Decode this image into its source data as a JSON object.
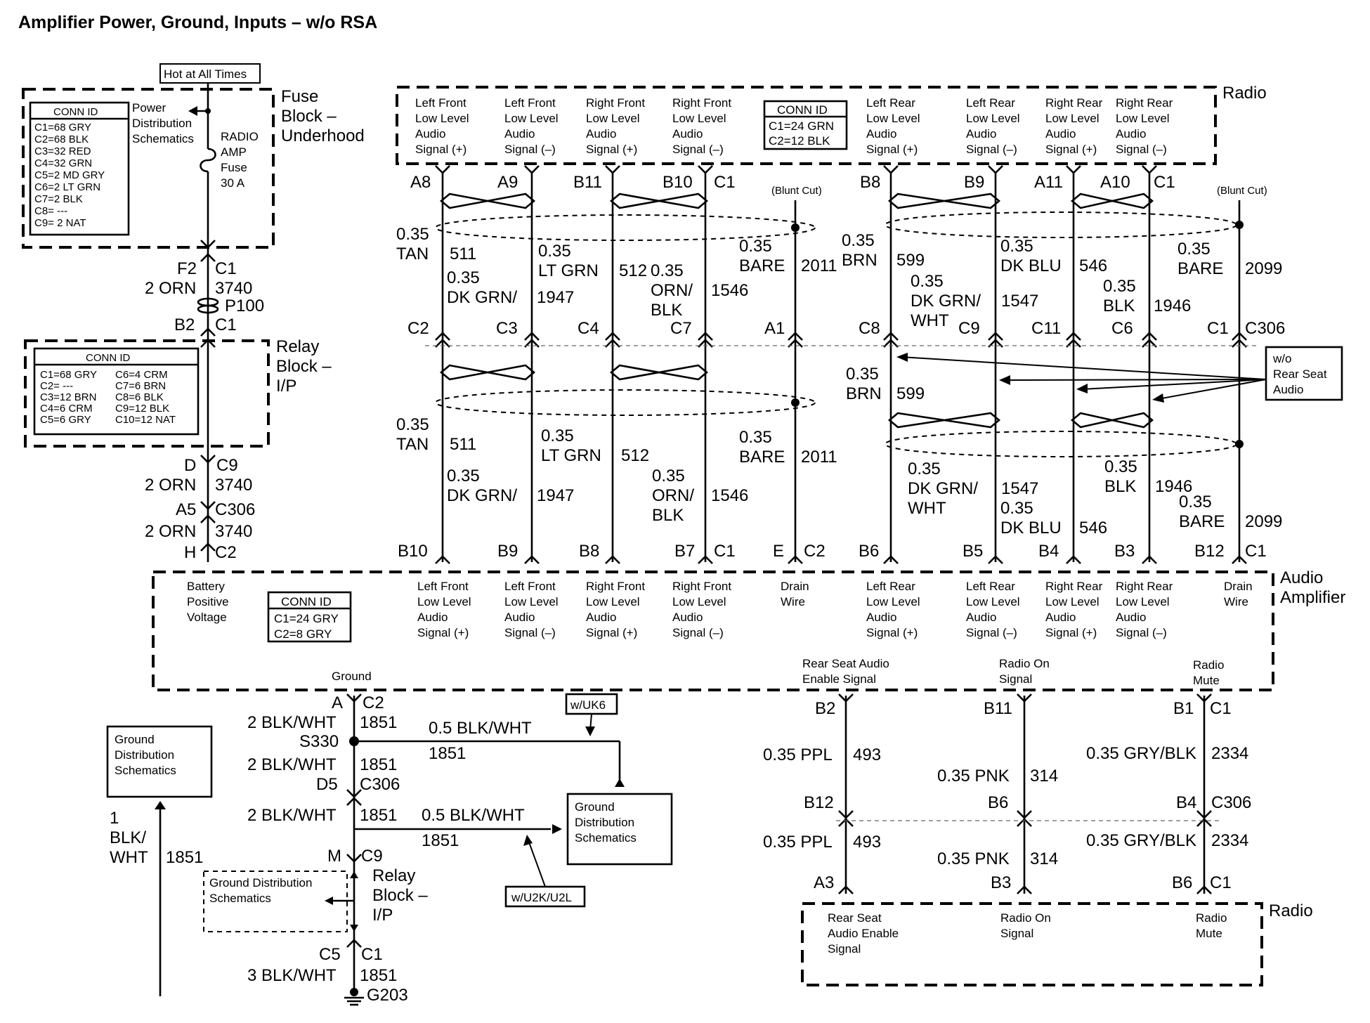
{
  "title": "Amplifier Power, Ground, Inputs – w/o RSA",
  "fuse_block": {
    "hot_label": "Hot at All Times",
    "conn_id_title": "CONN ID",
    "conn_rows": [
      "C1=68 GRY",
      "C2=68 BLK",
      "C3=32 RED",
      "C4=32 GRN",
      "C5=2 MD GRY",
      "C6=2 LT GRN",
      "C7=2 BLK",
      "C8= ---",
      "C9= 2 NAT"
    ],
    "pds": [
      "Power",
      "Distribution",
      "Schematics"
    ],
    "fuse_label": [
      "RADIO",
      "AMP",
      "Fuse",
      "30 A"
    ],
    "name": [
      "Fuse",
      "Block –",
      "Underhood"
    ]
  },
  "left_chain": {
    "f2": "F2",
    "c1": "C1",
    "orn1": "2 ORN",
    "c3740a": "3740",
    "p100": "P100",
    "b2": "B2",
    "c1b": "C1",
    "d": "D",
    "c9": "C9",
    "orn2": "2 ORN",
    "c3740b": "3740",
    "a5": "A5",
    "c306": "C306",
    "orn3": "2 ORN",
    "c3740c": "3740",
    "h": "H",
    "c2": "C2"
  },
  "relay_block": {
    "conn_id_title": "CONN ID",
    "rows_left": [
      "C1=68 GRY",
      "C2= ---",
      "C3=12 BRN",
      "C4=6 CRM",
      "C5=6 GRY"
    ],
    "rows_right": [
      "C6=4 CRM",
      "C7=6 BRN",
      "C8=6 BLK",
      "C9=12 BLK",
      "C10=12 NAT"
    ],
    "name": [
      "Relay",
      "Block –",
      "I/P"
    ]
  },
  "radio_top": {
    "name": "Radio",
    "conn_id_title": "CONN ID",
    "conn_rows": [
      "C1=24 GRN",
      "C2=12 BLK"
    ],
    "signals": [
      [
        "Left Front",
        "Low Level",
        "Audio",
        "Signal (+)"
      ],
      [
        "Left Front",
        "Low Level",
        "Audio",
        "Signal (–)"
      ],
      [
        "Right Front",
        "Low Level",
        "Audio",
        "Signal (+)"
      ],
      [
        "Right Front",
        "Low Level",
        "Audio",
        "Signal (–)"
      ],
      [
        "Left Rear",
        "Low Level",
        "Audio",
        "Signal (+)"
      ],
      [
        "Left Rear",
        "Low Level",
        "Audio",
        "Signal (–)"
      ],
      [
        "Right Rear",
        "Low Level",
        "Audio",
        "Signal (+)"
      ],
      [
        "Right Rear",
        "Low Level",
        "Audio",
        "Signal (–)"
      ]
    ],
    "pins": [
      "A8",
      "A9",
      "B11",
      "B10",
      "C1",
      "B8",
      "B9",
      "A11",
      "A10",
      "C1"
    ],
    "blunt_cut": "(Blunt Cut)"
  },
  "upper_wires": {
    "w1": [
      "0.35",
      "TAN",
      "511"
    ],
    "w2": [
      "0.35",
      "DK GRN/",
      "1947"
    ],
    "w3": [
      "0.35",
      "LT GRN",
      "512"
    ],
    "w4": [
      "0.35",
      "ORN/",
      "BLK",
      "1546"
    ],
    "w5": [
      "0.35",
      "BARE",
      "2011"
    ],
    "w6": [
      "0.35",
      "BRN",
      "599"
    ],
    "w7": [
      "0.35",
      "DK GRN/",
      "WHT",
      "1547"
    ],
    "w8": [
      "0.35",
      "DK BLU",
      "546"
    ],
    "w9": [
      "0.35",
      "BLK",
      "1946"
    ],
    "w10": [
      "0.35",
      "BARE",
      "2099"
    ],
    "mid_pins": [
      "C2",
      "C3",
      "C4",
      "C7",
      "A1",
      "C8",
      "C9",
      "C11",
      "C6",
      "C1",
      "C306"
    ]
  },
  "rsa_note": [
    "w/o",
    "Rear Seat",
    "Audio"
  ],
  "lower_wires": {
    "w1": [
      "0.35",
      "TAN",
      "511"
    ],
    "w2": [
      "0.35",
      "DK GRN/",
      "1947"
    ],
    "w3": [
      "0.35",
      "LT GRN",
      "512"
    ],
    "w4": [
      "0.35",
      "ORN/",
      "BLK",
      "1546"
    ],
    "w5": [
      "0.35",
      "BARE",
      "2011"
    ],
    "w6": [
      "0.35",
      "BRN",
      "599"
    ],
    "w7": [
      "0.35",
      "DK GRN/",
      "WHT",
      "1547"
    ],
    "w8": [
      "0.35",
      "DK BLU",
      "546"
    ],
    "w9": [
      "0.35",
      "BLK",
      "1946"
    ],
    "w10": [
      "0.35",
      "BARE",
      "2099"
    ],
    "bottom_pins": [
      "B10",
      "B9",
      "B8",
      "B7",
      "C1",
      "E",
      "C2",
      "B6",
      "B5",
      "B4",
      "B3",
      "B12",
      "C1"
    ]
  },
  "amplifier": {
    "name": [
      "Audio",
      "Amplifier"
    ],
    "battery": [
      "Battery",
      "Positive",
      "Voltage"
    ],
    "conn_id_title": "CONN ID",
    "conn_rows": [
      "C1=24 GRY",
      "C2=8 GRY"
    ],
    "signals": [
      [
        "Left Front",
        "Low Level",
        "Audio",
        "Signal (+)"
      ],
      [
        "Left Front",
        "Low Level",
        "Audio",
        "Signal (–)"
      ],
      [
        "Right Front",
        "Low Level",
        "Audio",
        "Signal (+)"
      ],
      [
        "Right Front",
        "Low Level",
        "Audio",
        "Signal (–)"
      ],
      [
        "Drain",
        "Wire"
      ],
      [
        "Left Rear",
        "Low Level",
        "Audio",
        "Signal (+)"
      ],
      [
        "Left Rear",
        "Low Level",
        "Audio",
        "Signal (–)"
      ],
      [
        "Right Rear",
        "Low Level",
        "Audio",
        "Signal (+)"
      ],
      [
        "Right Rear",
        "Low Level",
        "Audio",
        "Signal (–)"
      ],
      [
        "Drain",
        "Wire"
      ]
    ],
    "ground": "Ground",
    "rsa_enable": [
      "Rear Seat Audio",
      "Enable Signal"
    ],
    "radio_on": [
      "Radio On",
      "Signal"
    ],
    "radio_mute": [
      "Radio",
      "Mute"
    ]
  },
  "ground_chain": {
    "a": "A",
    "c2": "C2",
    "w1": "2 BLK/WHT",
    "n1": "1851",
    "s330": "S330",
    "w2": "2 BLK/WHT",
    "n2": "1851",
    "d5": "D5",
    "c306": "C306",
    "w3": "2 BLK/WHT",
    "n3": "1851",
    "m": "M",
    "c9": "C9",
    "c5": "C5",
    "c1": "C1",
    "w4": "3 BLK/WHT",
    "n4": "1851",
    "g203": "G203",
    "br1": "0.5 BLK/WHT",
    "br1n": "1851",
    "uk6": "w/UK6",
    "br2": "0.5 BLK/WHT",
    "br2n": "1851",
    "u2k": "w/U2K/U2L",
    "gds": [
      "Ground",
      "Distribution",
      "Schematics"
    ],
    "left_wire": [
      "1",
      "BLK/",
      "WHT",
      "1851"
    ],
    "relay_gds": [
      "Ground Distribution",
      "Schematics"
    ],
    "relay_name": [
      "Relay",
      "Block –",
      "I/P"
    ]
  },
  "right_chain": {
    "b2": "B2",
    "b11": "B11",
    "b1": "B1",
    "c1": "C1",
    "ppl1": "0.35 PPL",
    "n493a": "493",
    "pnk1": "0.35 PNK",
    "n314a": "314",
    "gb1": "0.35 GRY/BLK",
    "n2334a": "2334",
    "b12": "B12",
    "b6": "B6",
    "b4": "B4",
    "c306": "C306",
    "ppl2": "0.35 PPL",
    "n493b": "493",
    "pnk2": "0.35 PNK",
    "n314b": "314",
    "gb2": "0.35 GRY/BLK",
    "n2334b": "2334",
    "a3": "A3",
    "b3": "B3",
    "b6b": "B6",
    "c1b": "C1"
  },
  "radio_bottom": {
    "name": "Radio",
    "rsa": [
      "Rear Seat",
      "Audio Enable",
      "Signal"
    ],
    "on": [
      "Radio On",
      "Signal"
    ],
    "mute": [
      "Radio",
      "Mute"
    ]
  }
}
